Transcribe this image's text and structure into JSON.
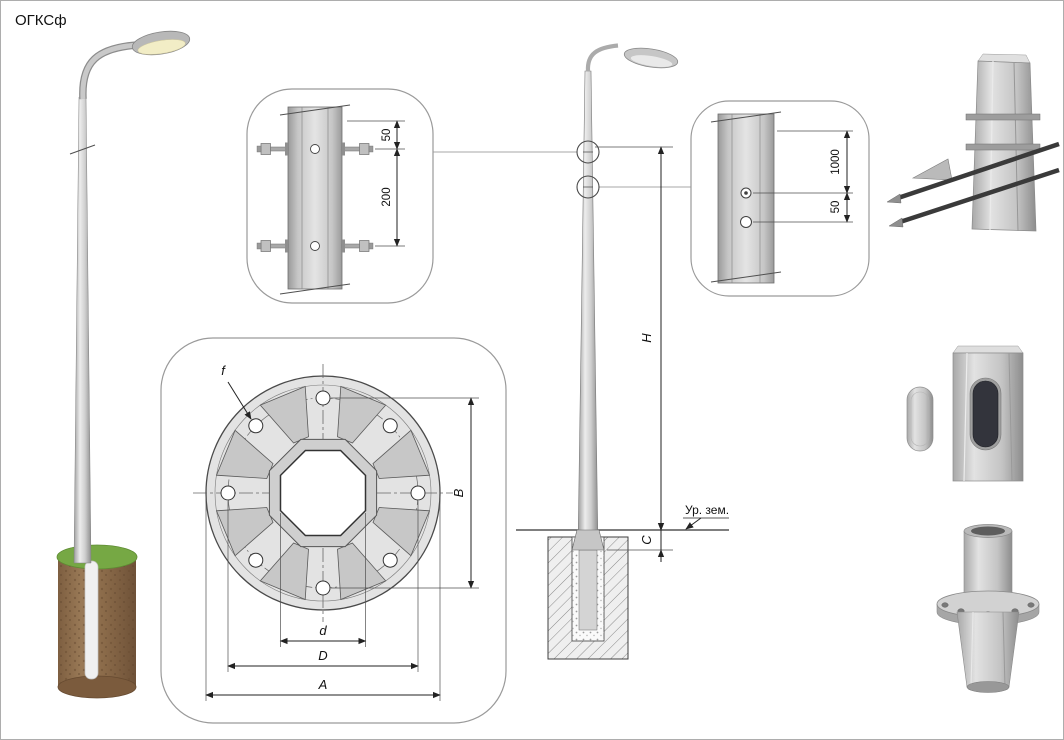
{
  "page": {
    "title": "ОГКСф"
  },
  "colors": {
    "metal_light": "#e6e6e6",
    "metal_mid": "#c9c9c9",
    "metal_dark": "#8f8f8f",
    "foundation_brown": "#8f6f4f",
    "grass_green": "#76a844",
    "hand_hole_dark": "#33343c"
  },
  "detail_bolt_joint": {
    "dim_spacing_top": "50",
    "dim_spacing_bottom": "200"
  },
  "detail_ground_bolt": {
    "dim_top": "1000",
    "dim_bottom": "50"
  },
  "flange_plan": {
    "dim_f": "f",
    "dim_B": "B",
    "dim_d": "d",
    "dim_D": "D",
    "dim_A": "A"
  },
  "elevation": {
    "dim_H": "H",
    "dim_C": "C",
    "ground_level_label": "Ур. зем."
  }
}
